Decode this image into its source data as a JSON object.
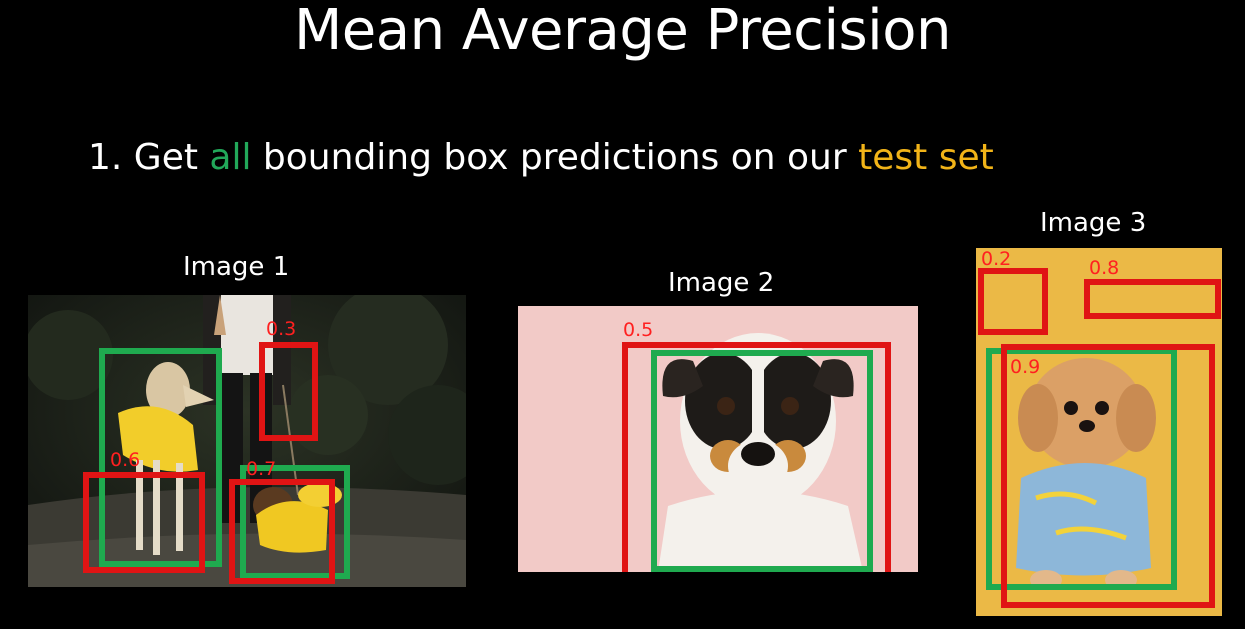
{
  "slide": {
    "title": "Mean Average Precision",
    "step": {
      "prefix": "1. Get ",
      "highlight1": "all",
      "middle": " bounding box predictions on our ",
      "highlight2": "test set"
    },
    "colors": {
      "background": "#000000",
      "highlight1": "#22a85a",
      "highlight2": "#f2b418",
      "ground_truth_box": "#1faa4f",
      "prediction_box": "#e01414"
    }
  },
  "images": [
    {
      "caption": "Image 1",
      "scores": [
        "0.3",
        "0.6",
        "0.7"
      ]
    },
    {
      "caption": "Image 2",
      "scores": [
        "0.5"
      ]
    },
    {
      "caption": "Image 3",
      "scores": [
        "0.2",
        "0.8",
        "0.9"
      ]
    }
  ]
}
